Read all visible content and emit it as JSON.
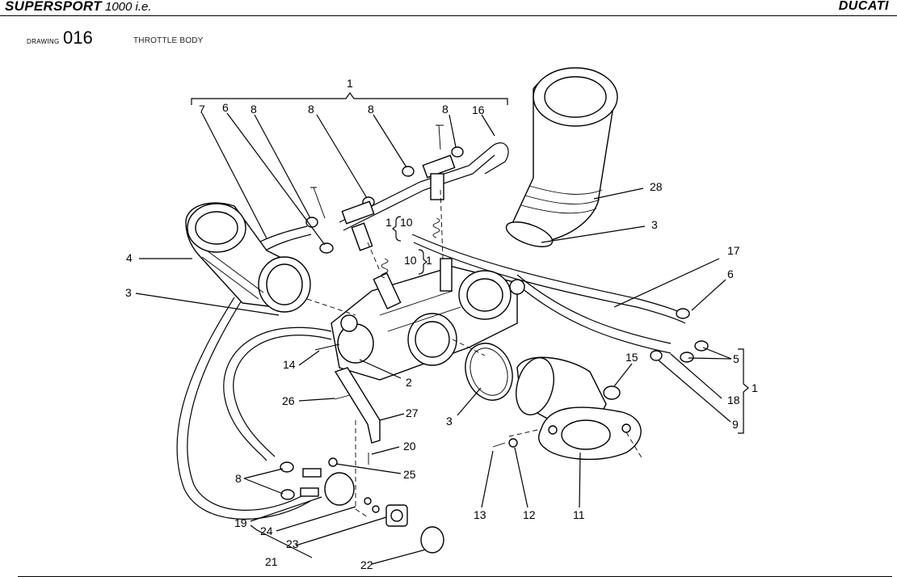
{
  "header": {
    "model_bold": "SUPERSPORT",
    "model_rest": " 1000 i.e.",
    "brand": "DUCATI"
  },
  "drawing": {
    "label": "DRAWING",
    "number": "016",
    "title": "THROTTLE BODY"
  },
  "callouts": [
    {
      "id": "c-1-top",
      "text": "1"
    },
    {
      "id": "c-7",
      "text": "7"
    },
    {
      "id": "c-6a",
      "text": "6"
    },
    {
      "id": "c-8a",
      "text": "8"
    },
    {
      "id": "c-8b",
      "text": "8"
    },
    {
      "id": "c-8c",
      "text": "8"
    },
    {
      "id": "c-8d",
      "text": "8"
    },
    {
      "id": "c-16",
      "text": "16"
    },
    {
      "id": "c-28",
      "text": "28"
    },
    {
      "id": "c-1-10a",
      "text": "1"
    },
    {
      "id": "c-10a",
      "text": "10"
    },
    {
      "id": "c-3a",
      "text": "3"
    },
    {
      "id": "c-4",
      "text": "4"
    },
    {
      "id": "c-10b",
      "text": "10"
    },
    {
      "id": "c-1-10b",
      "text": "1"
    },
    {
      "id": "c-17",
      "text": "17"
    },
    {
      "id": "c-3b",
      "text": "3"
    },
    {
      "id": "c-6b",
      "text": "6"
    },
    {
      "id": "c-14",
      "text": "14"
    },
    {
      "id": "c-2",
      "text": "2"
    },
    {
      "id": "c-15",
      "text": "15"
    },
    {
      "id": "c-5",
      "text": "5"
    },
    {
      "id": "c-1-right",
      "text": "1"
    },
    {
      "id": "c-18",
      "text": "18"
    },
    {
      "id": "c-26",
      "text": "26"
    },
    {
      "id": "c-27",
      "text": "27"
    },
    {
      "id": "c-3c",
      "text": "3"
    },
    {
      "id": "c-9",
      "text": "9"
    },
    {
      "id": "c-20",
      "text": "20"
    },
    {
      "id": "c-25",
      "text": "25"
    },
    {
      "id": "c-8e",
      "text": "8"
    },
    {
      "id": "c-19",
      "text": "19"
    },
    {
      "id": "c-13",
      "text": "13"
    },
    {
      "id": "c-12",
      "text": "12"
    },
    {
      "id": "c-11",
      "text": "11"
    },
    {
      "id": "c-24",
      "text": "24"
    },
    {
      "id": "c-23",
      "text": "23"
    },
    {
      "id": "c-21",
      "text": "21"
    },
    {
      "id": "c-22",
      "text": "22"
    }
  ]
}
